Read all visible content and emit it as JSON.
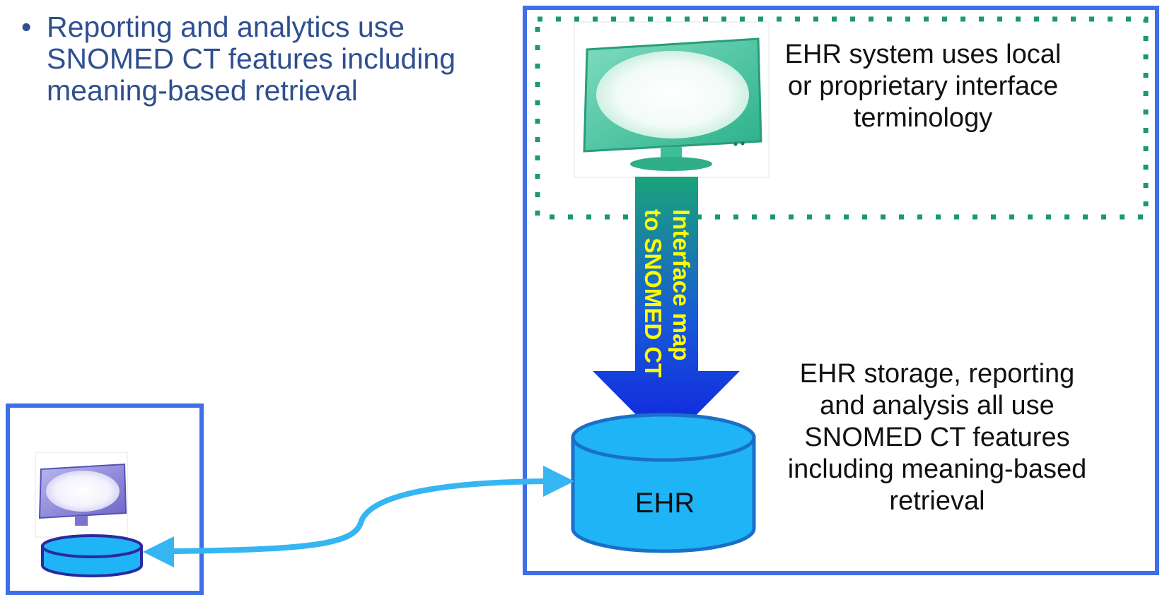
{
  "bullet": {
    "marker": "•",
    "text": "Reporting and analytics use SNOMED CT features including meaning-based retrieval"
  },
  "ehr_system": {
    "interface_text": "EHR system uses local or proprietary interface terminology",
    "arrow_label_line1": "Interface map",
    "arrow_label_line2": "to SNOMED CT",
    "storage_text": "EHR storage, reporting and analysis all use SNOMED CT features including meaning-based retrieval",
    "database_label": "EHR"
  },
  "icons": {
    "main_monitor": "monitor-icon",
    "small_monitor": "monitor-icon",
    "ehr_database": "database-icon",
    "small_database": "database-icon",
    "link_arrow": "double-arrow-icon"
  },
  "colors": {
    "box_border": "#3f6fe8",
    "dotted_border": "#1a9a6e",
    "bullet_text": "#2f4f8f",
    "arrow_top": "#1aa37a",
    "arrow_bottom": "#1020e0",
    "arrow_label": "#ffff00",
    "database_fill": "#1fb4f5",
    "link_line": "#35b6f2"
  }
}
